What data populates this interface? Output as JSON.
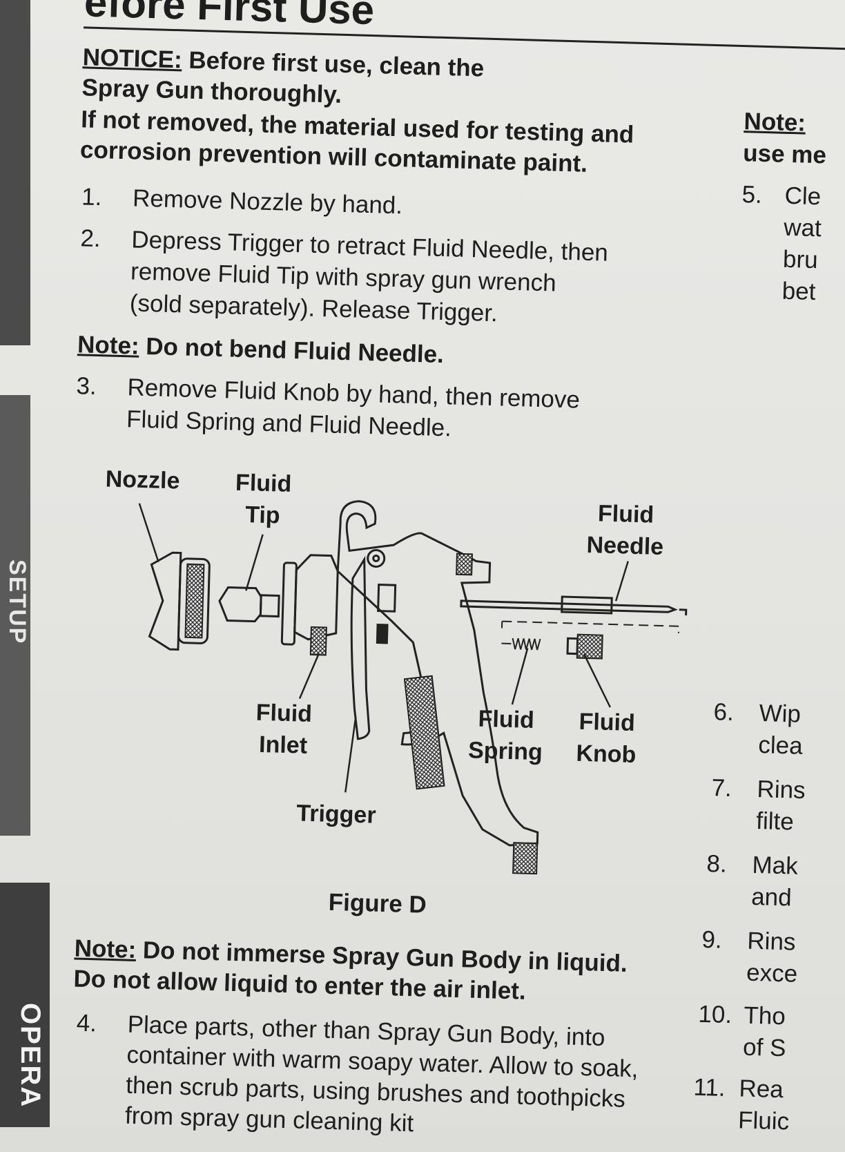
{
  "heading": "efore First Use",
  "notice": {
    "label": "NOTICE:",
    "line1": "Before first use, clean the",
    "line2": "Spray Gun thoroughly.",
    "line3": "If not removed, the material used for testing and",
    "line4": "corrosion prevention will contaminate paint."
  },
  "steps": [
    {
      "num": "1.",
      "lines": [
        "Remove Nozzle by hand."
      ]
    },
    {
      "num": "2.",
      "lines": [
        "Depress Trigger to retract Fluid Needle, then",
        "remove Fluid Tip with spray gun wrench",
        "(sold separately).  Release Trigger."
      ]
    },
    {
      "num": "3.",
      "lines": [
        "Remove Fluid Knob by hand, then remove",
        "Fluid Spring and Fluid Needle."
      ]
    },
    {
      "num": "4.",
      "lines": [
        "Place parts, other than Spray Gun Body, into",
        "container with warm soapy water.  Allow to soak,",
        "then scrub parts, using brushes and toothpicks",
        "from spray gun cleaning kit"
      ]
    }
  ],
  "note1": {
    "label": "Note:",
    "text": "Do not bend Fluid Needle."
  },
  "note2": {
    "label": "Note:",
    "line1": "Do not immerse Spray Gun Body in liquid.",
    "line2": "Do not allow liquid to enter the air inlet."
  },
  "figure": {
    "caption": "Figure D",
    "labels": {
      "nozzle": "Nozzle",
      "fluid_tip": [
        "Fluid",
        "Tip"
      ],
      "fluid_needle": [
        "Fluid",
        "Needle"
      ],
      "fluid_inlet": [
        "Fluid",
        "Inlet"
      ],
      "fluid_spring": [
        "Fluid",
        "Spring"
      ],
      "fluid_knob": [
        "Fluid",
        "Knob"
      ],
      "trigger": "Trigger"
    }
  },
  "side_tabs": [
    "SETUP",
    "OPERA"
  ],
  "right_column": {
    "note_label": "Note:",
    "note_text": "use me",
    "items": [
      {
        "num": "5.",
        "lines": [
          "Cle",
          "wat",
          "bru",
          "bet"
        ]
      },
      {
        "num": "6.",
        "lines": [
          "Wip",
          "clea"
        ]
      },
      {
        "num": "7.",
        "lines": [
          "Rins",
          "filte"
        ]
      },
      {
        "num": "8.",
        "lines": [
          "Mak",
          "and"
        ]
      },
      {
        "num": "9.",
        "lines": [
          "Rins",
          "exce"
        ]
      },
      {
        "num": "10.",
        "lines": [
          "Tho",
          "of S"
        ]
      },
      {
        "num": "11.",
        "lines": [
          "Rea",
          "Fluic"
        ]
      }
    ]
  }
}
